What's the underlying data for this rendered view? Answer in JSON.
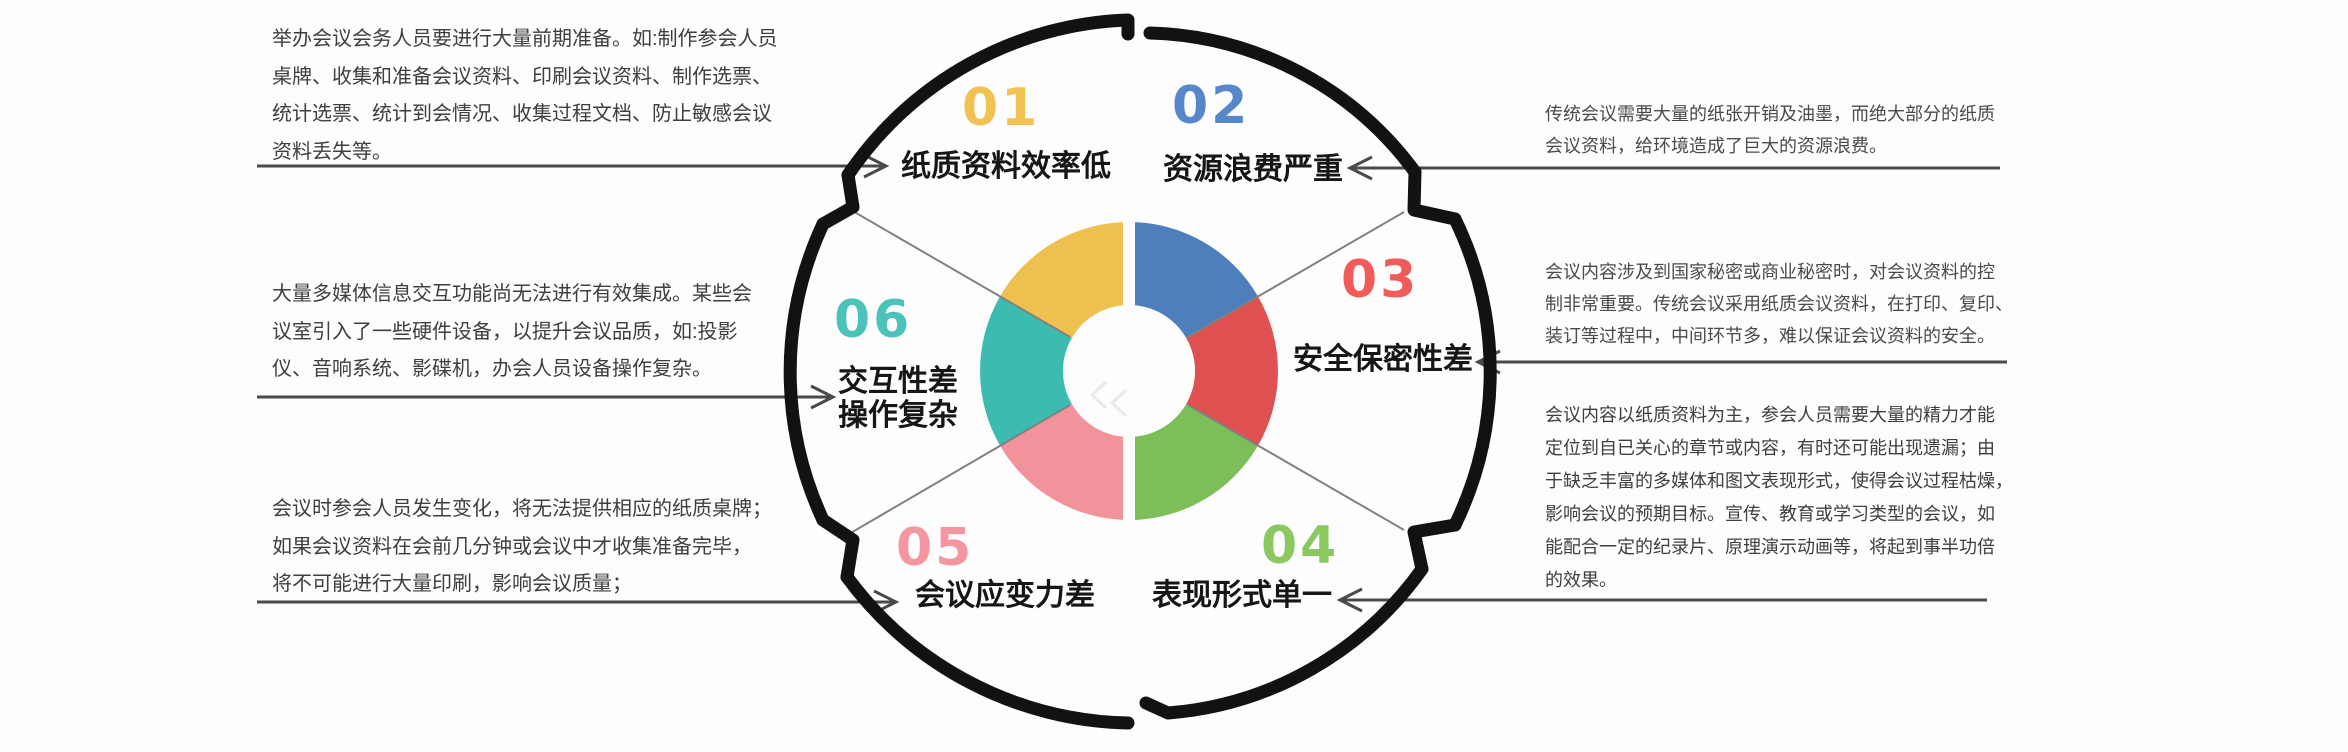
{
  "diagram": {
    "line_color": "#4a4a4a",
    "divider_color": "#818181",
    "outline_color": "#121212",
    "background": "#fdfdfd"
  },
  "wheel": {
    "segments": [
      {
        "number": "01",
        "label": "纸质资料效率低",
        "color": "#EEC04F",
        "number_color": "#F0C252"
      },
      {
        "number": "02",
        "label": "资源浪费严重",
        "color": "#4E7FBD",
        "number_color": "#5688C9"
      },
      {
        "number": "03",
        "label": "安全保密性差",
        "color": "#DF5150",
        "number_color": "#F15B59"
      },
      {
        "number": "04",
        "label": "表现形式单一",
        "color": "#7CBE57",
        "number_color": "#8BC960"
      },
      {
        "number": "05",
        "label": "会议应变力差",
        "color": "#F2939C",
        "number_color": "#F396A0"
      },
      {
        "number": "06",
        "label": "交互性差\n操作复杂",
        "color": "#3EBBB1",
        "number_color": "#4BC3B8"
      }
    ]
  },
  "blocks": {
    "left_top": {
      "text": "举办会议会务人员要进行大量前期准备。如:制作参会人员\n桌牌、收集和准备会议资料、印刷会议资料、制作选票、\n统计选票、统计到会情况、收集过程文档、防止敏感会议\n资料丢失等。"
    },
    "left_middle": {
      "text": "大量多媒体信息交互功能尚无法进行有效集成。某些会\n议室引入了一些硬件设备，以提升会议品质，如:投影\n仪、音响系统、影碟机，办会人员设备操作复杂。"
    },
    "left_bottom": {
      "text": "会议时参会人员发生变化，将无法提供相应的纸质桌牌；\n如果会议资料在会前几分钟或会议中才收集准备完毕，\n将不可能进行大量印刷，影响会议质量；"
    },
    "right_top": {
      "text": "传统会议需要大量的纸张开销及油墨，而绝大部分的纸质\n会议资料，给环境造成了巨大的资源浪费。"
    },
    "right_middle": {
      "text": "会议内容涉及到国家秘密或商业秘密时，对会议资料的控\n制非常重要。传统会议采用纸质会议资料，在打印、复印、\n装订等过程中，中间环节多，难以保证会议资料的安全。"
    },
    "right_bottom": {
      "text": "会议内容以纸质资料为主，参会人员需要大量的精力才能\n定位到自已关心的章节或内容，有时还可能出现遗漏；由\n于缺乏丰富的多媒体和图文表现形式，使得会议过程枯燥，\n影响会议的预期目标。宣传、教育或学习类型的会议，如\n能配合一定的纪录片、原理演示动画等，将起到事半功倍\n的效果。"
    }
  }
}
